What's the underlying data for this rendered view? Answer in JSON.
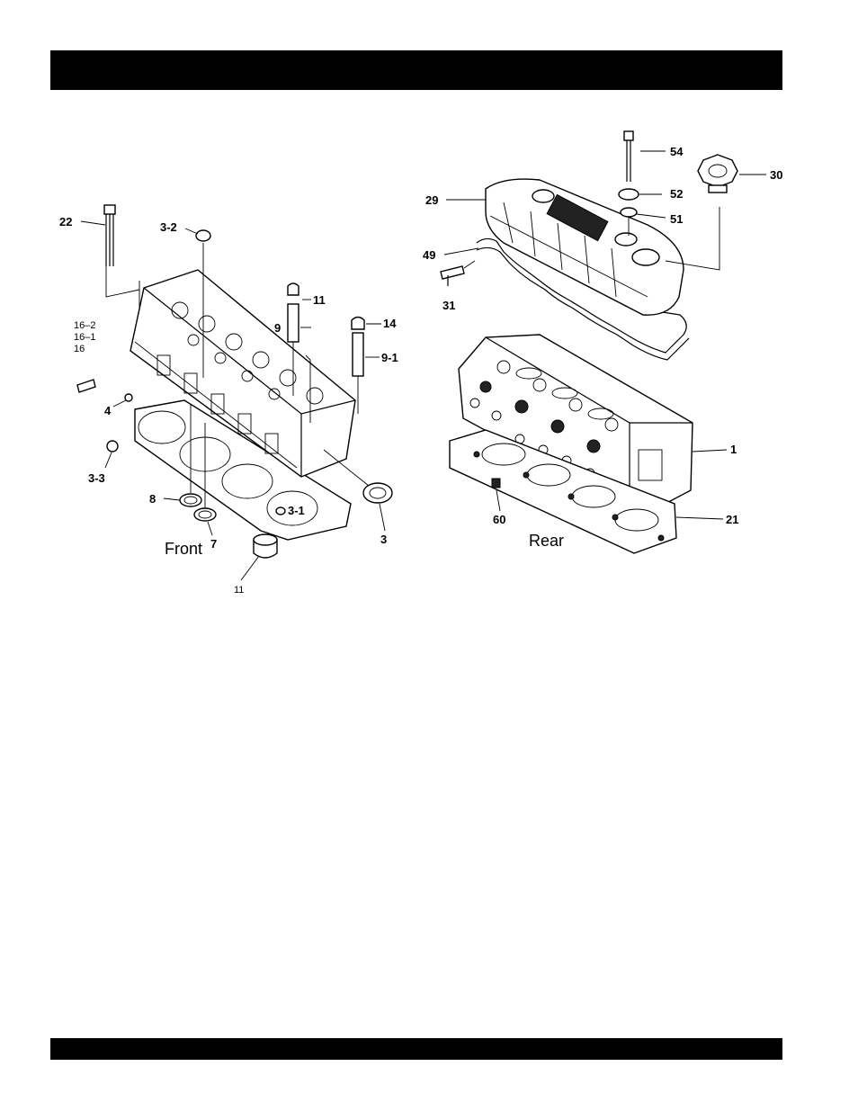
{
  "header": {
    "title": ""
  },
  "footer": {
    "text": ""
  },
  "front_view": {
    "caption": "Front",
    "callouts": {
      "c22": "22",
      "c3_2": "3-2",
      "c11a": "11",
      "c9": "9",
      "c14": "14",
      "c9_1": "9-1",
      "c16_2": "16–2",
      "c16_1": "16–1",
      "c16": "16",
      "c4": "4",
      "c3_3": "3-3",
      "c8": "8",
      "c7": "7",
      "c3_1": "3-1",
      "c3": "3",
      "c11b": "11"
    }
  },
  "rear_view": {
    "caption": "Rear",
    "callouts": {
      "c54": "54",
      "c30": "30",
      "c29": "29",
      "c52": "52",
      "c51": "51",
      "c49": "49",
      "c31": "31",
      "c1": "1",
      "c60": "60",
      "c21": "21"
    }
  }
}
